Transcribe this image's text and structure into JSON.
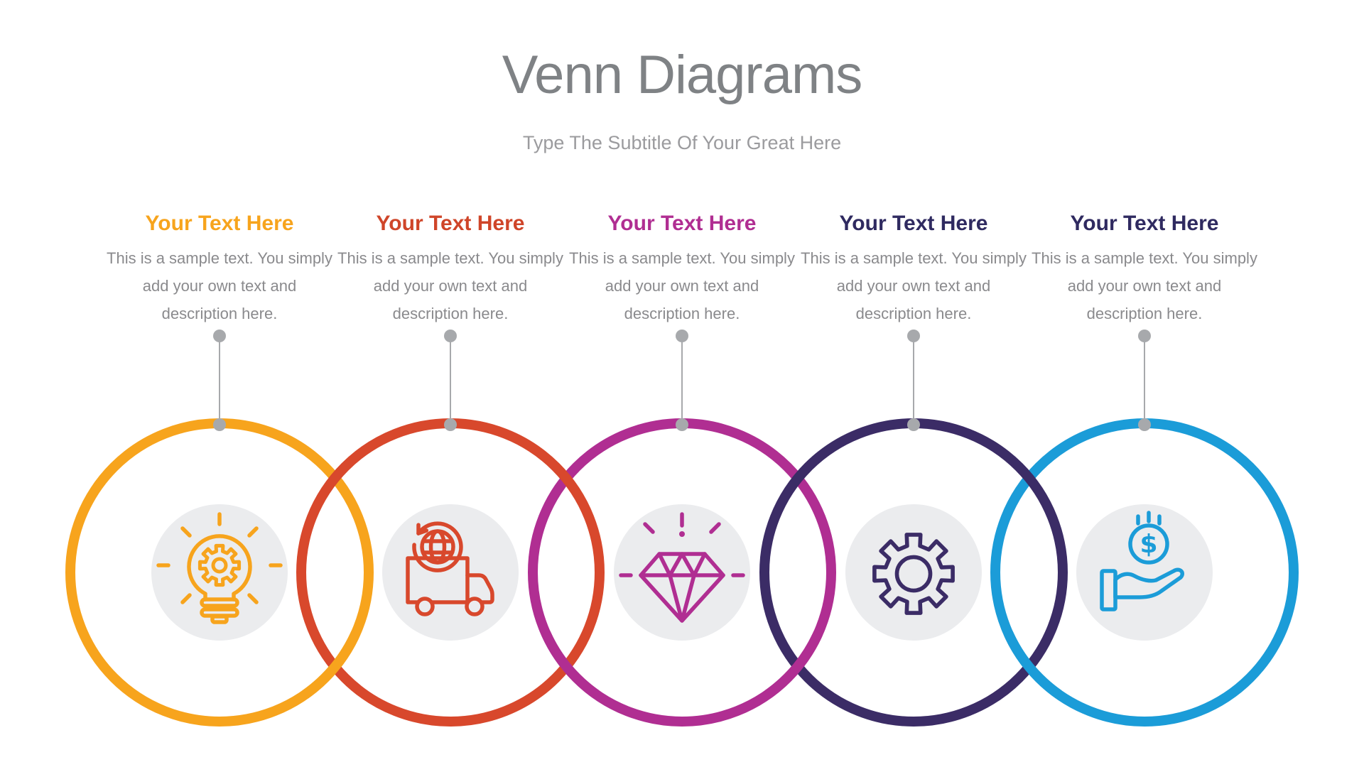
{
  "slide": {
    "title": "Venn Diagrams",
    "subtitle": "Type The Subtitle Of Your Great Here",
    "title_color": "#7F8285",
    "subtitle_color": "#9B9B9E",
    "background_color": "#FFFFFF"
  },
  "connector": {
    "color": "#A7A9AC"
  },
  "disc_color": "#EBECEE",
  "body_text_color": "#8A8A8D",
  "columns": [
    {
      "heading": "Your Text Here",
      "heading_color": "#F7A41D",
      "body": "This is a sample text. You simply add your own text and description here.",
      "ring_color": "#F7A41D",
      "icon": "lightbulb-gear-icon"
    },
    {
      "heading": "Your Text Here",
      "heading_color": "#CF4529",
      "body": "This is a sample text. You simply add your own text and description here.",
      "ring_color": "#D8482C",
      "icon": "global-delivery-truck-icon"
    },
    {
      "heading": "Your Text Here",
      "heading_color": "#B02E92",
      "body": "This is a sample text. You simply add your own text and description here.",
      "ring_color": "#B02E92",
      "icon": "diamond-icon"
    },
    {
      "heading": "Your Text Here",
      "heading_color": "#2F2A60",
      "body": "This is a sample text. You simply add your own text and description here.",
      "ring_color": "#3B2C66",
      "icon": "gear-icon"
    },
    {
      "heading": "Your Text Here",
      "heading_color": "#2F2A60",
      "body": "This is a sample text. You simply add your own text and description here.",
      "ring_color": "#1B9CD8",
      "icon": "hand-dollar-coin-icon"
    }
  ]
}
